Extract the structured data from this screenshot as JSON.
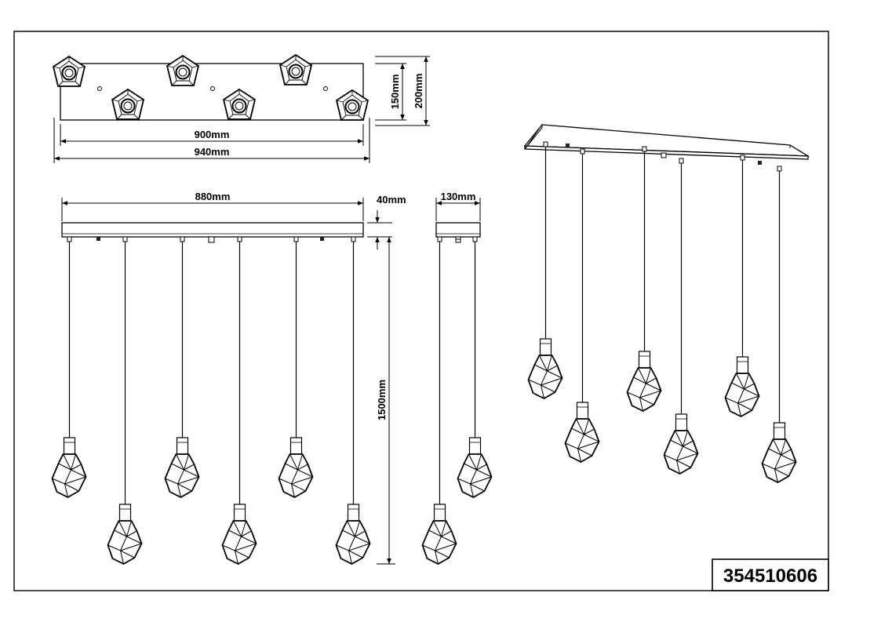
{
  "top_view": {
    "dim_inner_width": "900mm",
    "dim_outer_width": "940mm",
    "dim_height_inner": "150mm",
    "dim_height_outer": "200mm"
  },
  "front_view": {
    "dim_canopy_width": "880mm",
    "dim_canopy_height": "40mm",
    "dim_drop": "1500mm"
  },
  "side_view": {
    "dim_depth": "130mm"
  },
  "product_code": "354510606"
}
